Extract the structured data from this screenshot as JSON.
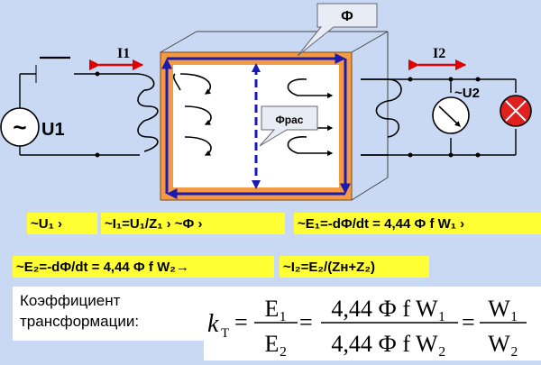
{
  "diagram": {
    "flux_label": "Ф",
    "leak_flux_label": "Фрас",
    "i1_label": "I1",
    "i2_label": "I2",
    "u1_source_symbol": "~",
    "u1_label": "U1",
    "u2_label": "~U2"
  },
  "formulas": {
    "row1": [
      "~U₁  ›",
      "~I₁=U₁/Z₁   ›   ~Ф   ›",
      "~E₁=-dФ/dt = 4,44 Ф f W₁  ›"
    ],
    "row2": [
      "~E₂=-dФ/dt = 4,44 Ф f W₂→",
      "~I₂=E₂/(Zн+Z₂)"
    ]
  },
  "coefficient": {
    "line1": "Коэффициент",
    "line2": "трансформации:"
  },
  "kt_formula": {
    "k": "k",
    "k_sub": "Т",
    "eq": "=",
    "e1": "E₁",
    "e2": "E₂",
    "mid_num": "4,44 Ф f W₁",
    "mid_den": "4,44 Ф f W₂",
    "w1": "W₁",
    "w2": "W₂"
  },
  "colors": {
    "background": "#c9d9f4",
    "core": "#f49a45",
    "flux": "#1a1ab0",
    "highlight": "#ffff33",
    "arrow": "#ff0000",
    "lamp": "#e0201f"
  }
}
